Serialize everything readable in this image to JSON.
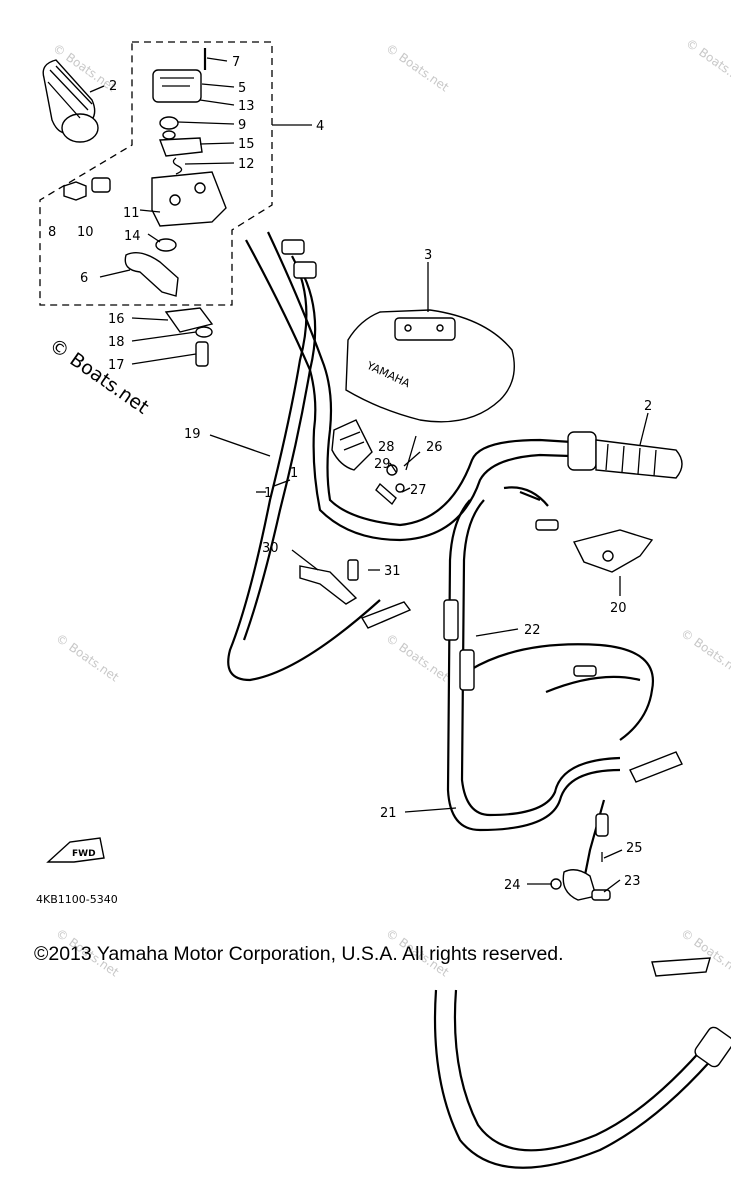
{
  "diagram": {
    "copyright": "©2013 Yamaha Motor Corporation, U.S.A. All rights reserved.",
    "part_code": "4KB1100-5340",
    "fwd_label": "FWD",
    "brand_label": "YAMAHA",
    "watermark_main": "© Boats.net",
    "watermark_small": "© Boats.net",
    "callouts": {
      "c1a": "1",
      "c1b": "1",
      "c2a": "2",
      "c2b": "2",
      "c3": "3",
      "c4": "4",
      "c5": "5",
      "c6": "6",
      "c7": "7",
      "c8": "8",
      "c9": "9",
      "c10": "10",
      "c11": "11",
      "c12": "12",
      "c13": "13",
      "c14": "14",
      "c15": "15",
      "c16": "16",
      "c17": "17",
      "c18": "18",
      "c19": "19",
      "c20": "20",
      "c21": "21",
      "c22": "22",
      "c23": "23",
      "c24": "24",
      "c25": "25",
      "c26": "26",
      "c27": "27",
      "c28": "28",
      "c29": "29",
      "c30": "30",
      "c31": "31"
    }
  }
}
